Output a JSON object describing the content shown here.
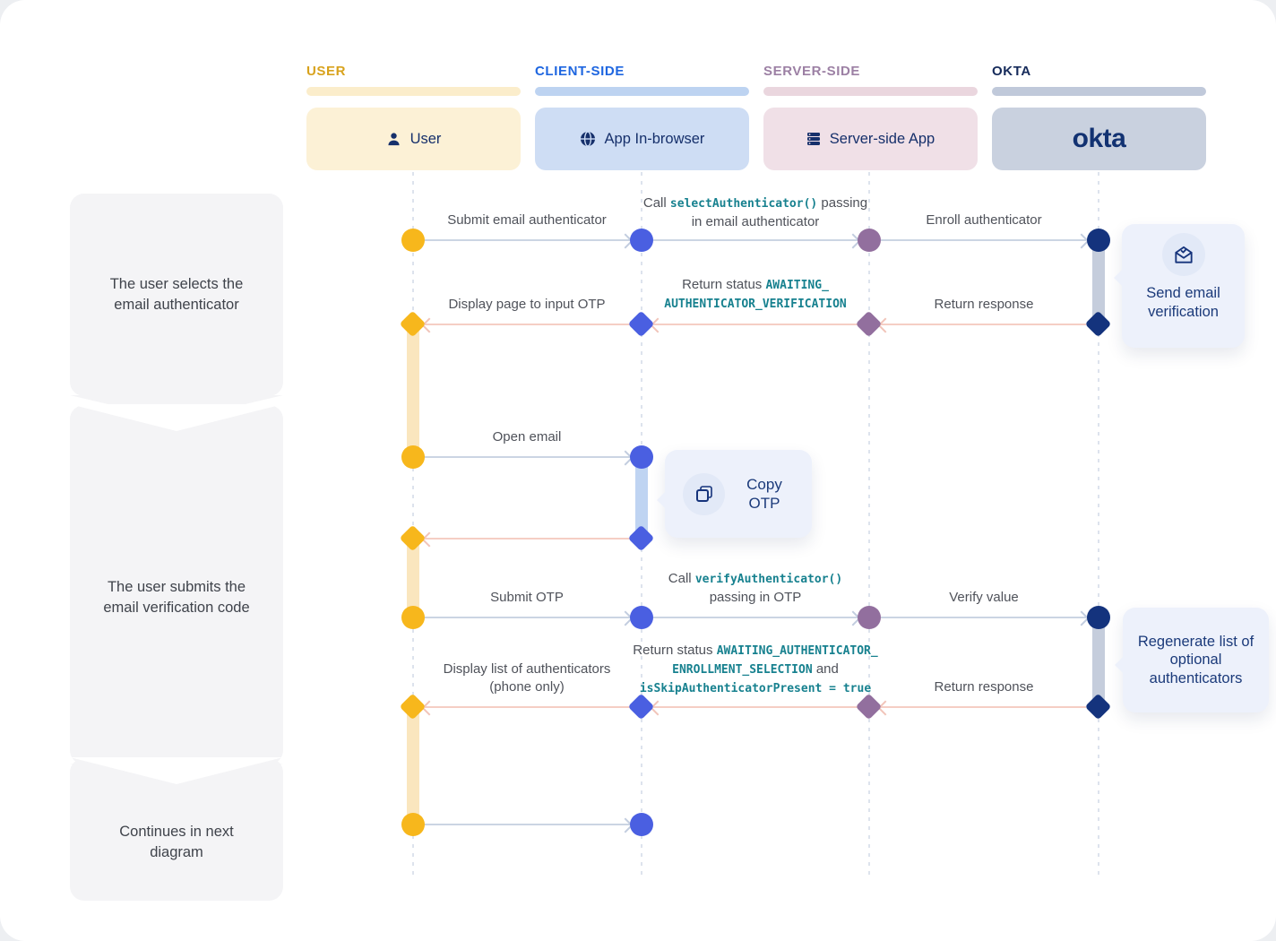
{
  "diagram": {
    "lanes": [
      {
        "id": "user",
        "header": "USER",
        "actor": "User",
        "icon": "person-icon",
        "colors": {
          "header_text": "#D8A21C",
          "underline_bar": "#FBEDCB",
          "actor_box": "#FCF1D6",
          "node": "#F7B71C",
          "activation": "#FAE6BE"
        }
      },
      {
        "id": "client",
        "header": "CLIENT-SIDE",
        "actor": "App In-browser",
        "icon": "globe-icon",
        "colors": {
          "header_text": "#1E66E0",
          "underline_bar": "#BDD3F1",
          "actor_box": "#CEDDF4",
          "node": "#4A5FE1",
          "activation": "#BFD4F2"
        }
      },
      {
        "id": "server",
        "header": "SERVER-SIDE",
        "actor": "Server-side App",
        "icon": "server-icon",
        "colors": {
          "header_text": "#9C80A4",
          "underline_bar": "#EAD6DE",
          "actor_box": "#F0E0E7",
          "node": "#926F9E"
        }
      },
      {
        "id": "okta",
        "header": "OKTA",
        "actor": "okta",
        "icon": "okta-logo",
        "colors": {
          "header_text": "#152A5A",
          "underline_bar": "#C0C9DA",
          "actor_box": "#C9D1DF",
          "node": "#14337D",
          "activation": "#C5CDDC"
        }
      }
    ],
    "stages": [
      {
        "label": "The user selects the email authenticator"
      },
      {
        "label": "The user submits the email verification code"
      },
      {
        "label": "Continues in next diagram"
      }
    ],
    "messages": [
      {
        "id": "submit-email-authenticator",
        "from": "user",
        "to": "client",
        "segments": [
          {
            "t": "text",
            "v": "Submit email authenticator"
          }
        ]
      },
      {
        "id": "call-select-authenticator",
        "from": "client",
        "to": "server",
        "segments": [
          {
            "t": "text",
            "v": "Call "
          },
          {
            "t": "code",
            "v": "selectAuthenticator()"
          },
          {
            "t": "text",
            "v": " passing in email authenticator"
          }
        ]
      },
      {
        "id": "enroll-authenticator",
        "from": "server",
        "to": "okta",
        "segments": [
          {
            "t": "text",
            "v": "Enroll authenticator"
          }
        ]
      },
      {
        "id": "return-response-1",
        "from": "okta",
        "to": "server",
        "segments": [
          {
            "t": "text",
            "v": "Return response"
          }
        ]
      },
      {
        "id": "return-status-awaiting-verification",
        "from": "server",
        "to": "client",
        "segments": [
          {
            "t": "text",
            "v": "Return status "
          },
          {
            "t": "code",
            "v": "AWAITING_​AUTHENTICATOR_VERIFICATION"
          }
        ]
      },
      {
        "id": "display-page-input-otp",
        "from": "client",
        "to": "user",
        "segments": [
          {
            "t": "text",
            "v": "Display page to input OTP"
          }
        ]
      },
      {
        "id": "open-email",
        "from": "user",
        "to": "client",
        "segments": [
          {
            "t": "text",
            "v": "Open email"
          }
        ]
      },
      {
        "id": "copy-otp-return",
        "from": "client",
        "to": "user",
        "segments": []
      },
      {
        "id": "submit-otp",
        "from": "user",
        "to": "client",
        "segments": [
          {
            "t": "text",
            "v": "Submit OTP"
          }
        ]
      },
      {
        "id": "call-verify-authenticator",
        "from": "client",
        "to": "server",
        "segments": [
          {
            "t": "text",
            "v": "Call "
          },
          {
            "t": "code",
            "v": "verifyAuthenticator()"
          },
          {
            "t": "text",
            "v": " passing in OTP"
          }
        ]
      },
      {
        "id": "verify-value",
        "from": "server",
        "to": "okta",
        "segments": [
          {
            "t": "text",
            "v": "Verify value"
          }
        ]
      },
      {
        "id": "return-response-2",
        "from": "okta",
        "to": "server",
        "segments": [
          {
            "t": "text",
            "v": "Return response"
          }
        ]
      },
      {
        "id": "return-status-enrollment-selection",
        "from": "server",
        "to": "client",
        "segments": [
          {
            "t": "text",
            "v": "Return status "
          },
          {
            "t": "code",
            "v": "AWAITING_AUTHENTICATOR_​ENROLLMENT_SELECTION"
          },
          {
            "t": "text",
            "v": " and "
          },
          {
            "t": "code",
            "v": "isSkipAuthenticatorPresent = true"
          }
        ]
      },
      {
        "id": "display-list-authenticators",
        "from": "client",
        "to": "user",
        "segments": [
          {
            "t": "text",
            "v": "Display list of authenticators (phone only)"
          }
        ]
      },
      {
        "id": "continues-next-diagram",
        "from": "user",
        "to": "client",
        "segments": []
      }
    ],
    "tooltips": [
      {
        "id": "send-email-verification",
        "icon": "mail-check-icon",
        "label": "Send email verification"
      },
      {
        "id": "copy-otp",
        "icon": "copy-icon",
        "label": "Copy OTP"
      },
      {
        "id": "regenerate-list",
        "icon": null,
        "label": "Regenerate list of optional authenticators"
      }
    ],
    "shared_colors": {
      "arrow_gray": "#CBD5E3",
      "arrow_pink": "#F5CEC4",
      "code_text": "#17818F",
      "label_text": "#4F525A",
      "note_background": "#F4F4F6",
      "note_text": "#3F434B",
      "card_background": "#EDF1FB",
      "card_icon_circle": "#E2E9F7",
      "card_text": "#1B3A7A",
      "lifeline": "#DDE3ED"
    }
  }
}
